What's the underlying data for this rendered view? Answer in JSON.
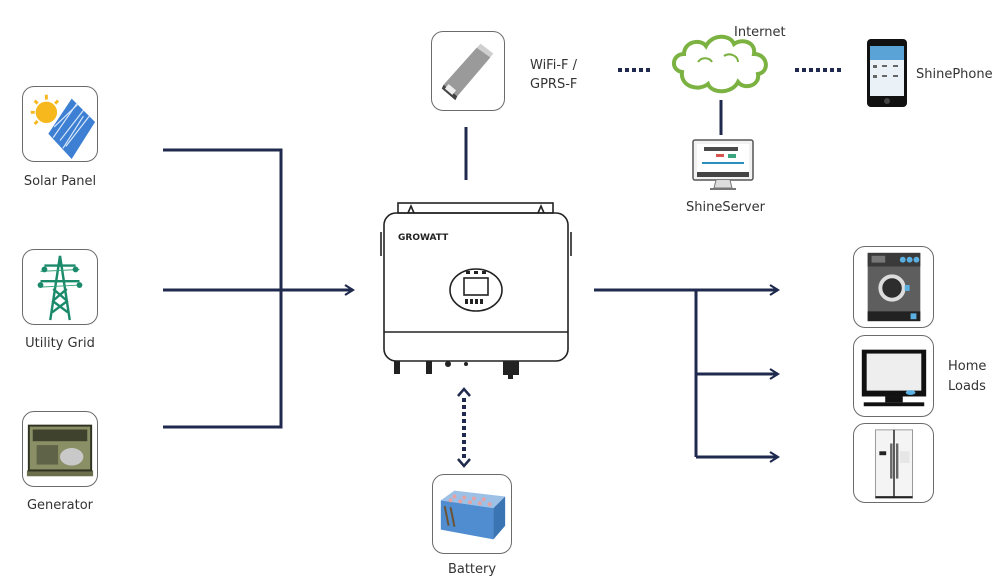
{
  "diagram": {
    "title": "Growatt Off-Grid Inverter System Diagram",
    "colors": {
      "line": "#1f2a4e",
      "cloud": "#7bb241",
      "box_border": "#6b6b6b",
      "text": "#333333"
    },
    "sources": [
      {
        "id": "solar",
        "label": "Solar Panel",
        "icon": "solar-panel-icon"
      },
      {
        "id": "grid",
        "label": "Utility Grid",
        "icon": "transmission-tower-icon"
      },
      {
        "id": "generator",
        "label": "Generator",
        "icon": "generator-icon"
      }
    ],
    "inverter": {
      "brand": "GROWATT",
      "icon": "inverter-icon"
    },
    "monitoring": {
      "module_label_line1": "WiFi-F /",
      "module_label_line2": "GPRS-F",
      "internet_label": "Internet",
      "server_label": "ShineServer",
      "phone_label": "ShinePhone"
    },
    "battery": {
      "label": "Battery",
      "connection": "bidirectional"
    },
    "loads": {
      "label_line1": "Home",
      "label_line2": "Loads",
      "items": [
        {
          "id": "washer",
          "icon": "washing-machine-icon"
        },
        {
          "id": "tv",
          "icon": "tv-icon"
        },
        {
          "id": "fridge",
          "icon": "refrigerator-icon"
        }
      ]
    }
  }
}
